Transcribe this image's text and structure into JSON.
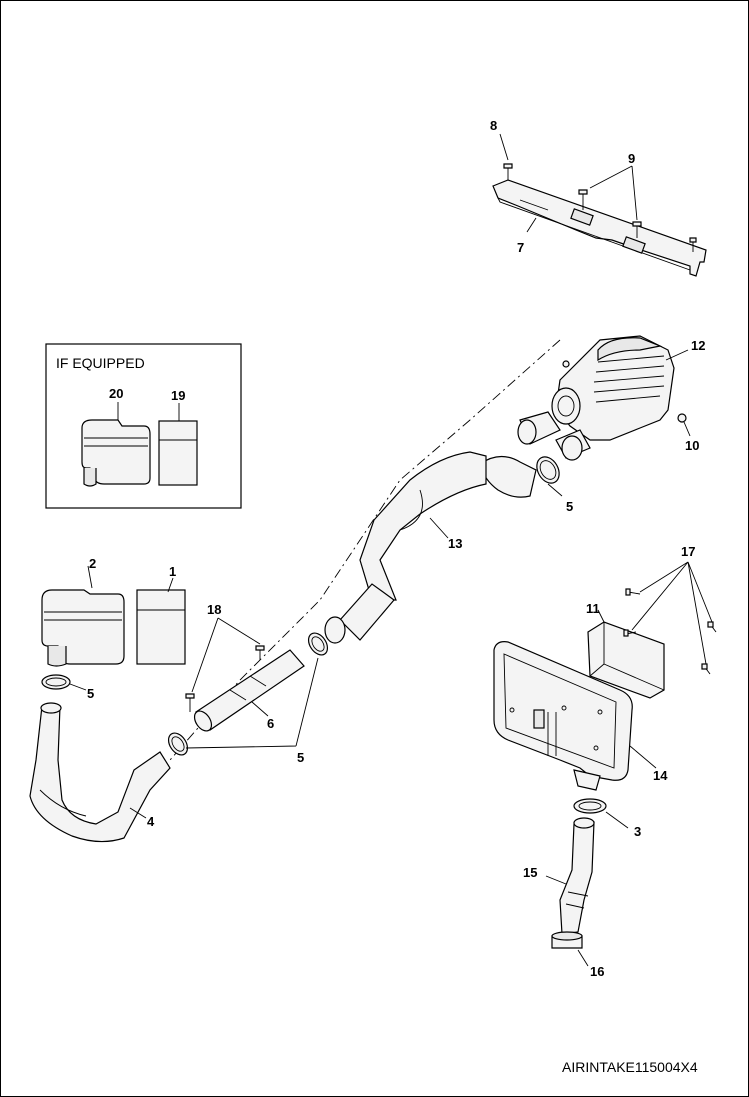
{
  "figure_code": "AIRINTAKE115004X4",
  "inset": {
    "title": "IF EQUIPPED"
  },
  "callouts": {
    "c1": "1",
    "c2": "2",
    "c3": "3",
    "c4": "4",
    "c5a": "5",
    "c5b": "5",
    "c5c": "5",
    "c6": "6",
    "c7": "7",
    "c8": "8",
    "c9": "9",
    "c10": "10",
    "c11": "11",
    "c12": "12",
    "c13": "13",
    "c14": "14",
    "c15": "15",
    "c16": "16",
    "c17": "17",
    "c18": "18",
    "c19": "19",
    "c20": "20"
  }
}
